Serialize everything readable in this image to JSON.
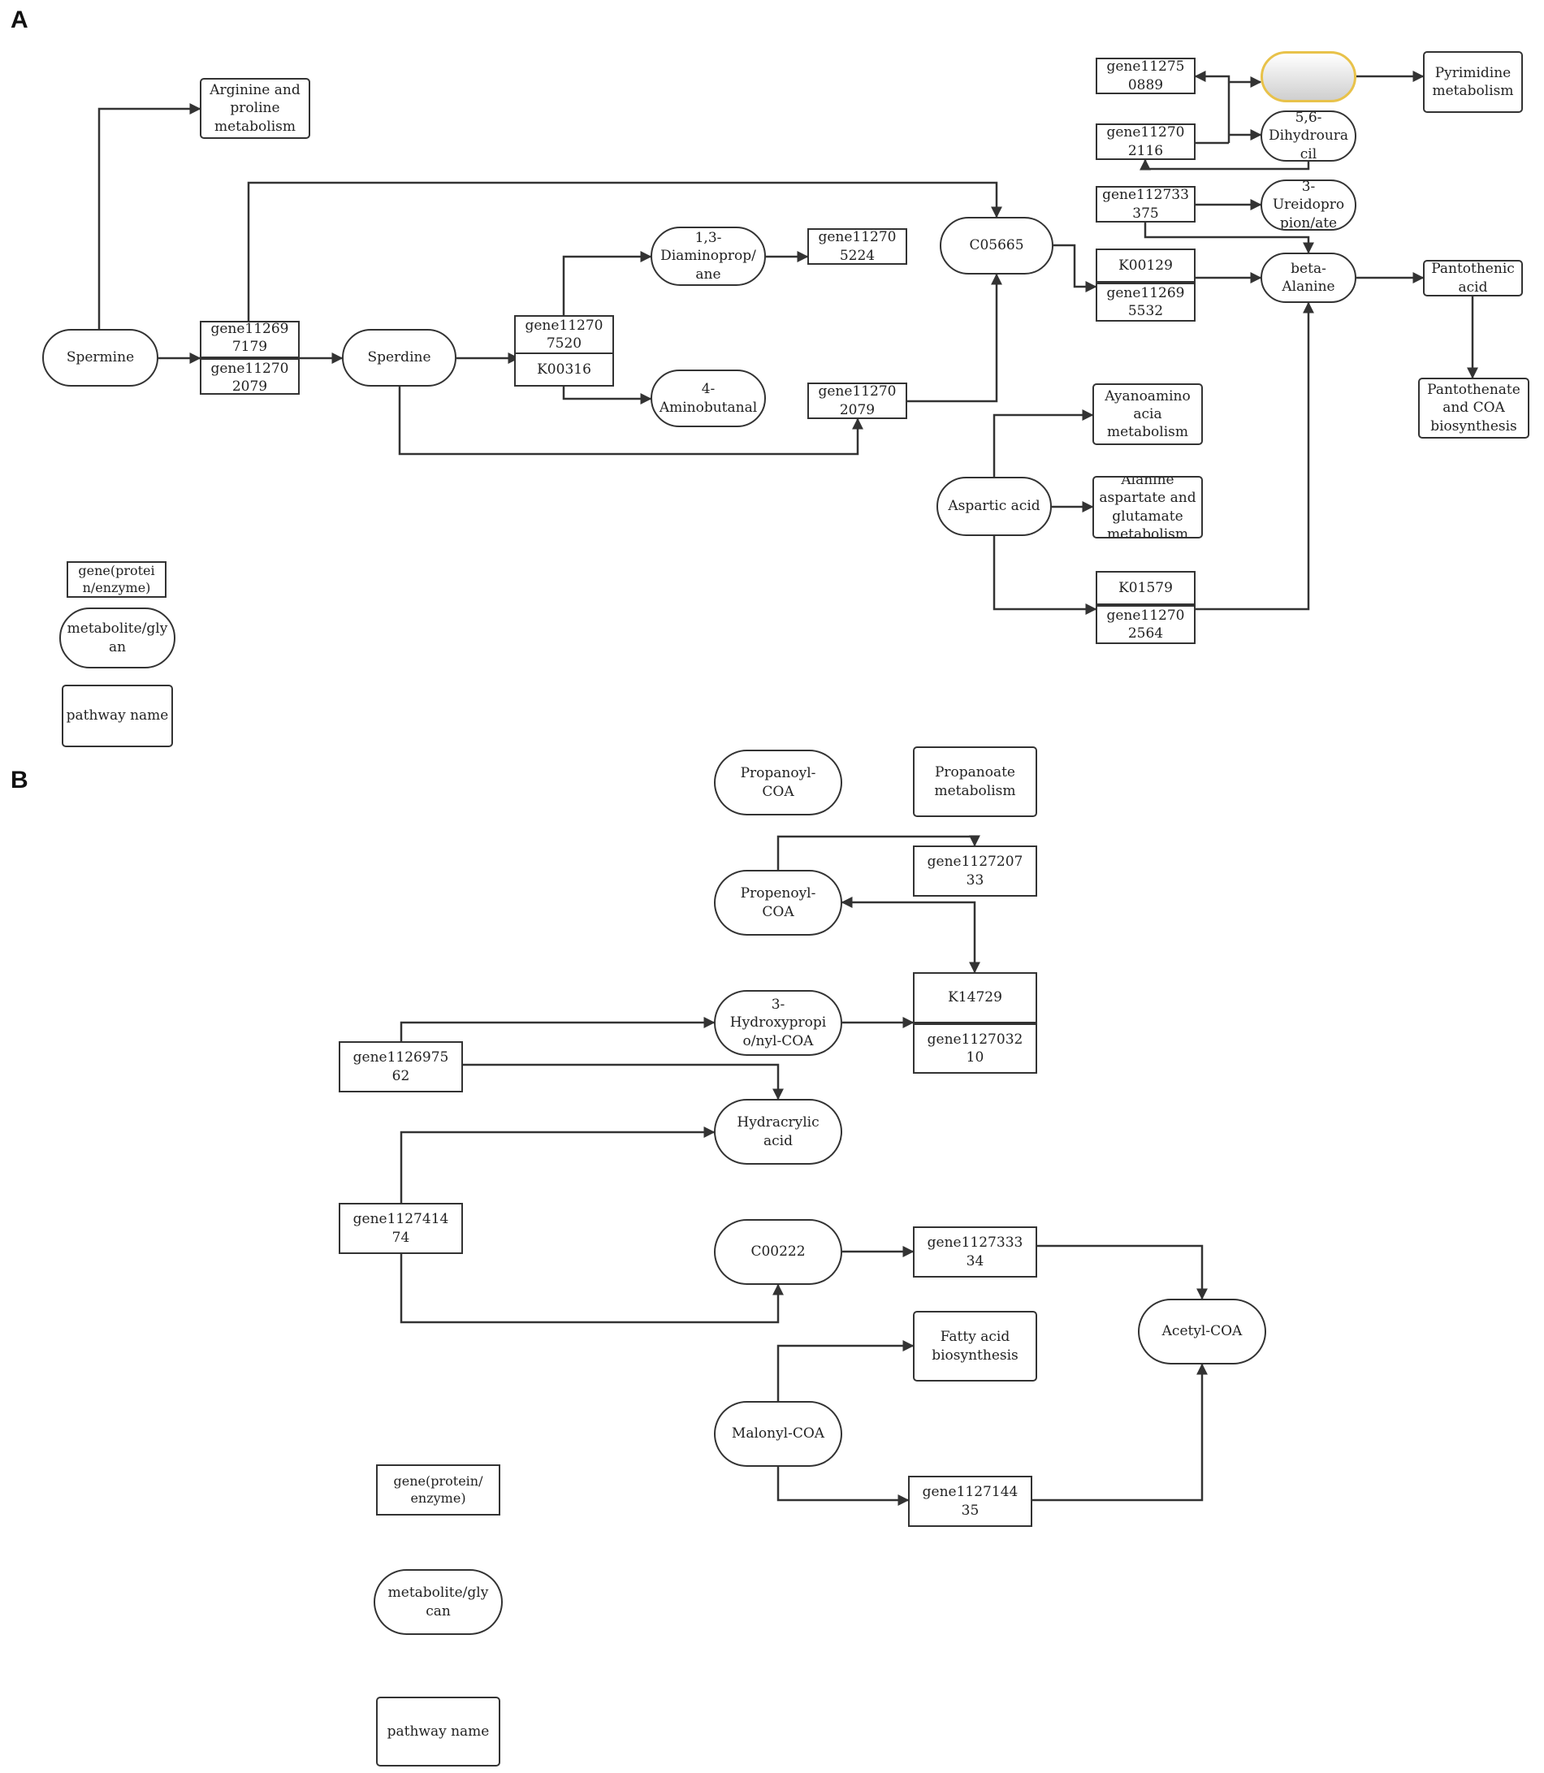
{
  "panel_labels": {
    "a": "A",
    "b": "B"
  },
  "colors": {
    "stroke": "#333333",
    "highlight_border": "#e8c24a"
  },
  "panel_a": {
    "spermine": "Spermine",
    "arginine": "Arginine and\nproline\nmetabolism",
    "g_12697179": "gene11269\n7179",
    "g_12702079a": "gene11270\n2079",
    "sperdine": "Sperdine",
    "g_12707520": "gene11270\n7520",
    "k00316": "K00316",
    "diaminopropane": "1,3-\nDiaminoprop/\nane",
    "g_12705224": "gene11270\n5224",
    "aminobutanal": "4-\nAminobutanal",
    "g_12702079b": "gene11270\n2079",
    "c05665": "C05665",
    "g_12750889": "gene11275\n0889",
    "unnamed": "",
    "pyrimidine": "Pyrimidine\nmetabolism",
    "g_12702116": "gene11270\n2116",
    "dihydrouracil": "5,6-\nDihydroura\ncil",
    "g_12733375": "gene112733\n375",
    "ureidopropionate": "3-\nUreidopro\npion/ate",
    "k00129": "K00129",
    "g_12695532": "gene11269\n5532",
    "beta_alanine": "beta-\nAlanine",
    "pantothenic": "Pantothenic\nacid",
    "pantothenate_coa": "Pantothenate\nand COA\nbiosynthesis",
    "ayanoamino": "Ayanoamino\nacia\nmetabolism",
    "aspartic": "Aspartic acid",
    "alanine_asp_glu": "Alanine\naspartate and\nglutamate\nmetabolism",
    "k01579": "K01579",
    "g_12702564": "gene11270\n2564",
    "legend_gene": "gene(protei\nn/enzyme)",
    "legend_metab": "metabolite/gly\nan",
    "legend_path": "pathway name"
  },
  "panel_b": {
    "propanoyl_coa": "Propanoyl-\nCOA",
    "propanoate_met": "Propanoate\nmetabolism",
    "g_127207_33": "gene1127207\n33",
    "propenoyl_coa": "Propenoyl-\nCOA",
    "k14729": "K14729",
    "g_127032_10": "gene1127032\n10",
    "hydroxypropionyl_coa": "3-\nHydroxypropi\no/nyl-COA",
    "g_126975_62": "gene1126975\n62",
    "hydracrylic": "Hydracrylic\nacid",
    "g_127414_74": "gene1127414\n74",
    "c00222": "C00222",
    "g_127333_34": "gene1127333\n34",
    "acetyl_coa": "Acetyl-COA",
    "fatty_acid": "Fatty acid\nbiosynthesis",
    "malonyl_coa": "Malonyl-COA",
    "g_127144_35": "gene1127144\n35",
    "legend_gene": "gene(protein/\nenzyme)",
    "legend_metab": "metabolite/gly\ncan",
    "legend_path": "pathway name"
  }
}
